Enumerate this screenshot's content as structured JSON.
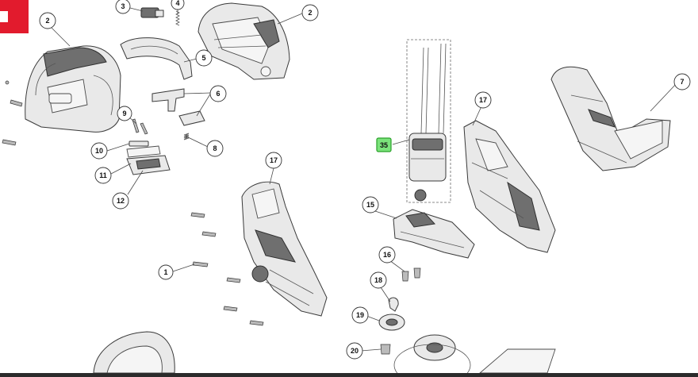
{
  "diagram": {
    "callouts": [
      {
        "id": "c3",
        "label": "3"
      },
      {
        "id": "c4",
        "label": "4"
      },
      {
        "id": "c2a",
        "label": "2"
      },
      {
        "id": "c2b",
        "label": "2"
      },
      {
        "id": "c5",
        "label": "5"
      },
      {
        "id": "c6",
        "label": "6"
      },
      {
        "id": "c9",
        "label": "9"
      },
      {
        "id": "c8",
        "label": "8"
      },
      {
        "id": "c10",
        "label": "10"
      },
      {
        "id": "c11",
        "label": "11"
      },
      {
        "id": "c12",
        "label": "12"
      },
      {
        "id": "c17a",
        "label": "17"
      },
      {
        "id": "c17b",
        "label": "17"
      },
      {
        "id": "c1",
        "label": "1"
      },
      {
        "id": "c7",
        "label": "7"
      },
      {
        "id": "c15",
        "label": "15"
      },
      {
        "id": "c16",
        "label": "16"
      },
      {
        "id": "c18",
        "label": "18"
      },
      {
        "id": "c19",
        "label": "19"
      },
      {
        "id": "c20",
        "label": "20"
      }
    ],
    "highlighted_callout": {
      "label": "35",
      "color": "#7be37b"
    },
    "brand_color": "#e21b2d"
  }
}
